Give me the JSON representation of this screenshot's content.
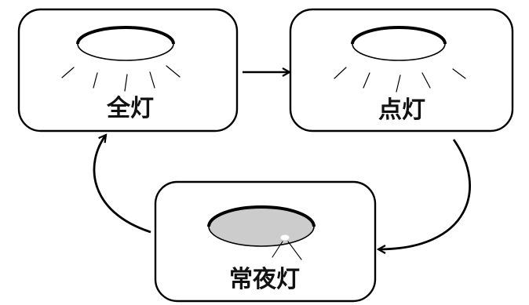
{
  "states": {
    "full_light": {
      "label": "全灯"
    },
    "spot_light": {
      "label": "点灯"
    },
    "night_light": {
      "label": "常夜灯"
    }
  },
  "colors": {
    "stroke": "#000000",
    "box_fill": "#ffffff",
    "night_lamp_fill": "#cccccc",
    "night_lamp_glow": "#ffffff"
  },
  "transitions": [
    {
      "from": "全灯",
      "to": "点灯"
    },
    {
      "from": "点灯",
      "to": "常夜灯"
    },
    {
      "from": "常夜灯",
      "to": "全灯"
    }
  ]
}
